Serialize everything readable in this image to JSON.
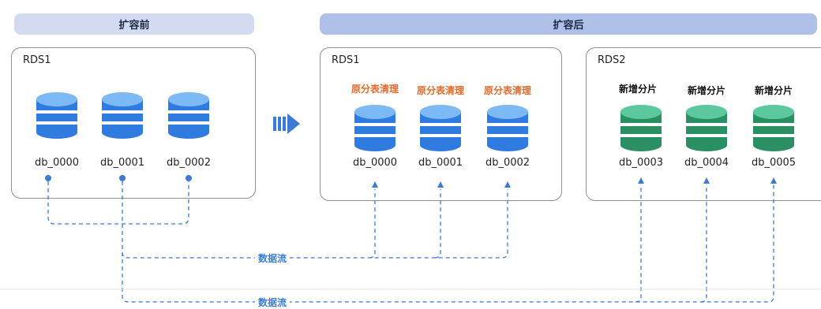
{
  "before": {
    "banner": "扩容前",
    "box_label": "RDS1",
    "dbs": [
      "db_0000",
      "db_0001",
      "db_0002"
    ]
  },
  "after": {
    "banner": "扩容后",
    "rds1": {
      "box_label": "RDS1",
      "tag": "原分表清理",
      "dbs": [
        "db_0000",
        "db_0001",
        "db_0002"
      ]
    },
    "rds2": {
      "box_label": "RDS2",
      "tag": "新增分片",
      "dbs": [
        "db_0003",
        "db_0004",
        "db_0005"
      ]
    }
  },
  "flows": [
    "数据流",
    "数据流"
  ],
  "colors": {
    "blue_db": "#2f7be0",
    "blue_db_top": "#7db9f5",
    "green_db": "#2a8f63",
    "green_db_top": "#5cc89d",
    "flow_line": "#3b7bd4",
    "banner_before": "#d3dbf1",
    "banner_after": "#afc1e8",
    "tag_orange": "#e06a2b"
  },
  "icons": [
    "database-icon",
    "arrow-right-icon"
  ]
}
